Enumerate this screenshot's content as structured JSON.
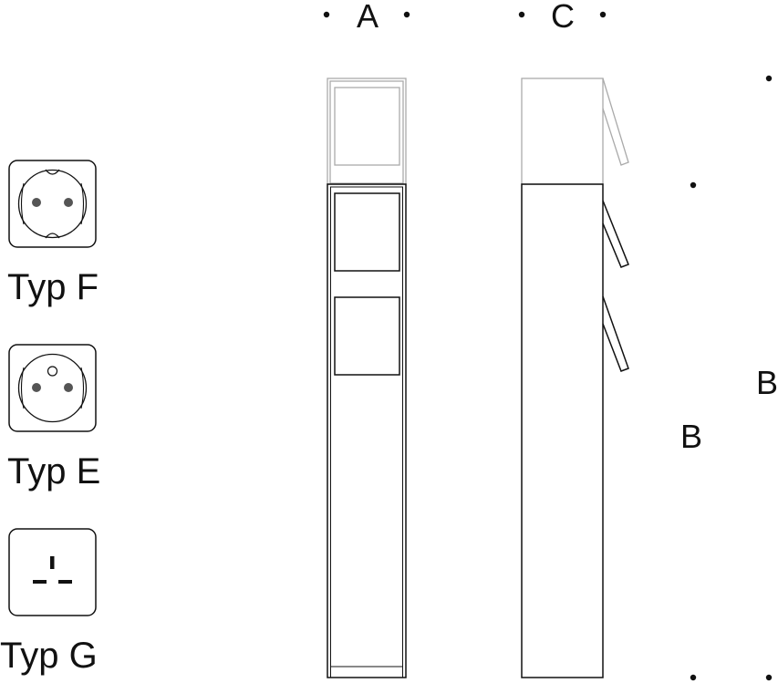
{
  "socket_types": [
    {
      "label": "Typ F",
      "icon": "schuko-socket-icon"
    },
    {
      "label": "Typ E",
      "icon": "french-socket-icon"
    },
    {
      "label": "Typ G",
      "icon": "british-socket-icon"
    }
  ],
  "dimensions": {
    "front_width": "A",
    "side_depth": "C",
    "height_closed": "B",
    "height_open": "B"
  },
  "colors": {
    "line": "#111111",
    "lid_line": "#aaaaaa"
  }
}
